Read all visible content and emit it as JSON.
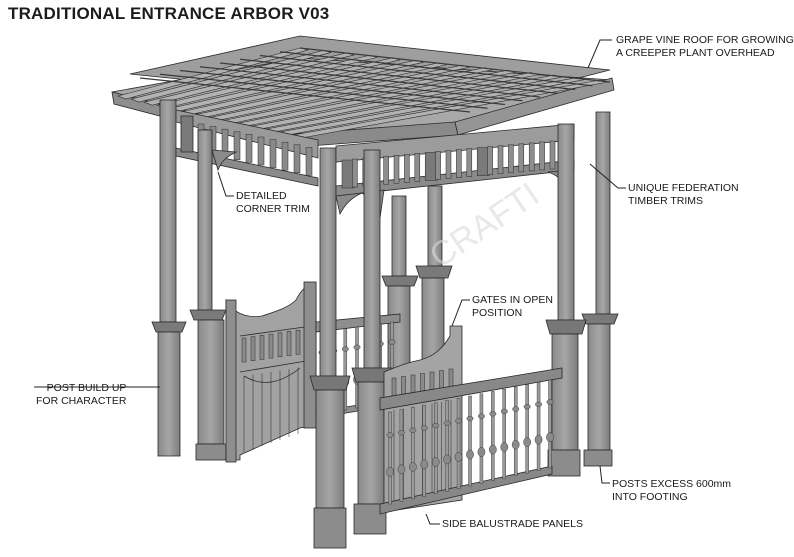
{
  "title": "TRADITIONAL ENTRANCE ARBOR V03",
  "watermark": "CRAFTI",
  "callouts": {
    "roof": "GRAPE VINE ROOF FOR GROWING\nA CREEPER PLANT OVERHEAD",
    "corner_trim": "DETAILED\nCORNER TRIM",
    "federation_trims": "UNIQUE FEDERATION\nTIMBER TRIMS",
    "gates": "GATES IN OPEN\nPOSITION",
    "post_build_up": "POST BUILD UP\nFOR CHARACTER",
    "posts_footing": "POSTS EXCESS 600mm\nINTO FOOTING",
    "balustrade": "SIDE BALUSTRADE PANELS"
  },
  "colors": {
    "timber": "#9a9a9a",
    "timber_light": "#b4b4b4",
    "timber_dark": "#6f6f6f",
    "outline": "#2a2a2a"
  }
}
